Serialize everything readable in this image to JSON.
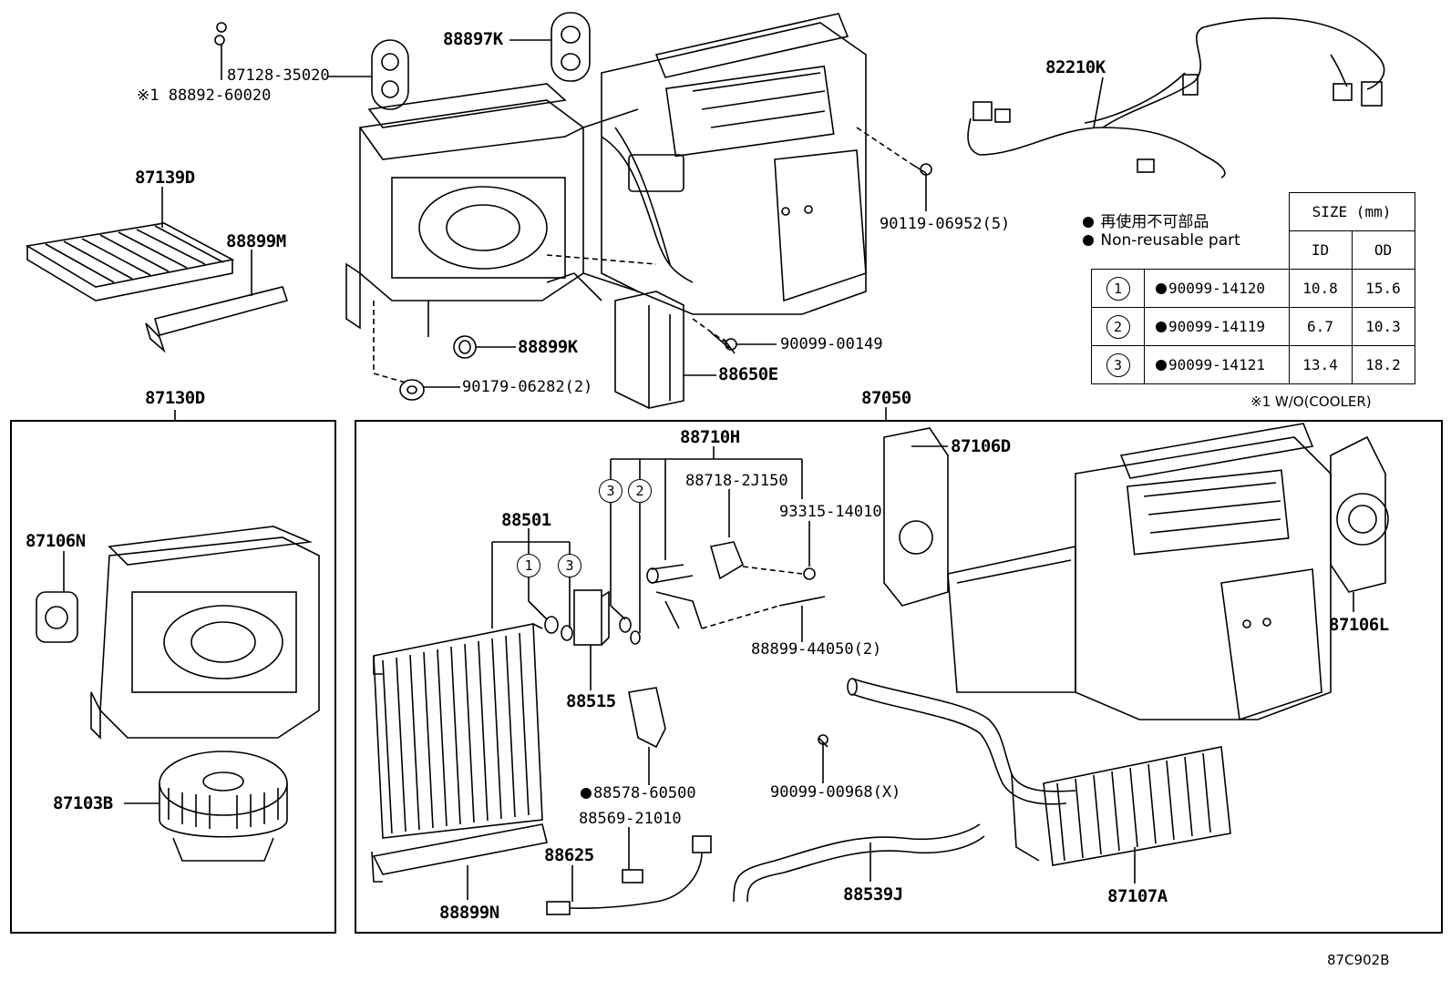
{
  "labels": {
    "p88897K": "88897K",
    "p87128": "87128-35020",
    "p88892": "※1 88892-60020",
    "p82210K": "82210K",
    "p87139D": "87139D",
    "p88899M": "88899M",
    "p90119": "90119-06952(5)",
    "p88899K": "88899K",
    "p90099_00149": "90099-00149",
    "p88650E": "88650E",
    "p90179": "90179-06282(2)",
    "p87130D": "87130D",
    "p87050": "87050",
    "p88710H": "88710H",
    "p88718": "88718-2J150",
    "p93315": "93315-14010",
    "p87106D": "87106D",
    "p88501": "88501",
    "p87106N": "87106N",
    "p88515": "88515",
    "p88899_44050": "88899-44050(2)",
    "p87106L": "87106L",
    "p87103B": "87103B",
    "p88578": "88578-60500",
    "p88569": "88569-21010",
    "p90099_00968": "90099-00968(X)",
    "p88625": "88625",
    "p88539J": "88539J",
    "p87107A": "87107A",
    "p88899N": "88899N"
  },
  "legend": {
    "jp": "再使用不可部品",
    "en": "Non-reusable part"
  },
  "size_table": {
    "header": "SIZE (mm)",
    "col_id": "ID",
    "col_od": "OD",
    "rows": [
      {
        "mark": "1",
        "part": "90099-14120",
        "id": "10.8",
        "od": "15.6"
      },
      {
        "mark": "2",
        "part": "90099-14119",
        "id": "6.7",
        "od": "10.3"
      },
      {
        "mark": "3",
        "part": "90099-14121",
        "id": "13.4",
        "od": "18.2"
      }
    ]
  },
  "circle_marks": {
    "c3a": "3",
    "c2a": "2",
    "c1b": "1",
    "c3b": "3"
  },
  "footnote": "※1 W/O(COOLER)",
  "diagram_code": "87C902B"
}
